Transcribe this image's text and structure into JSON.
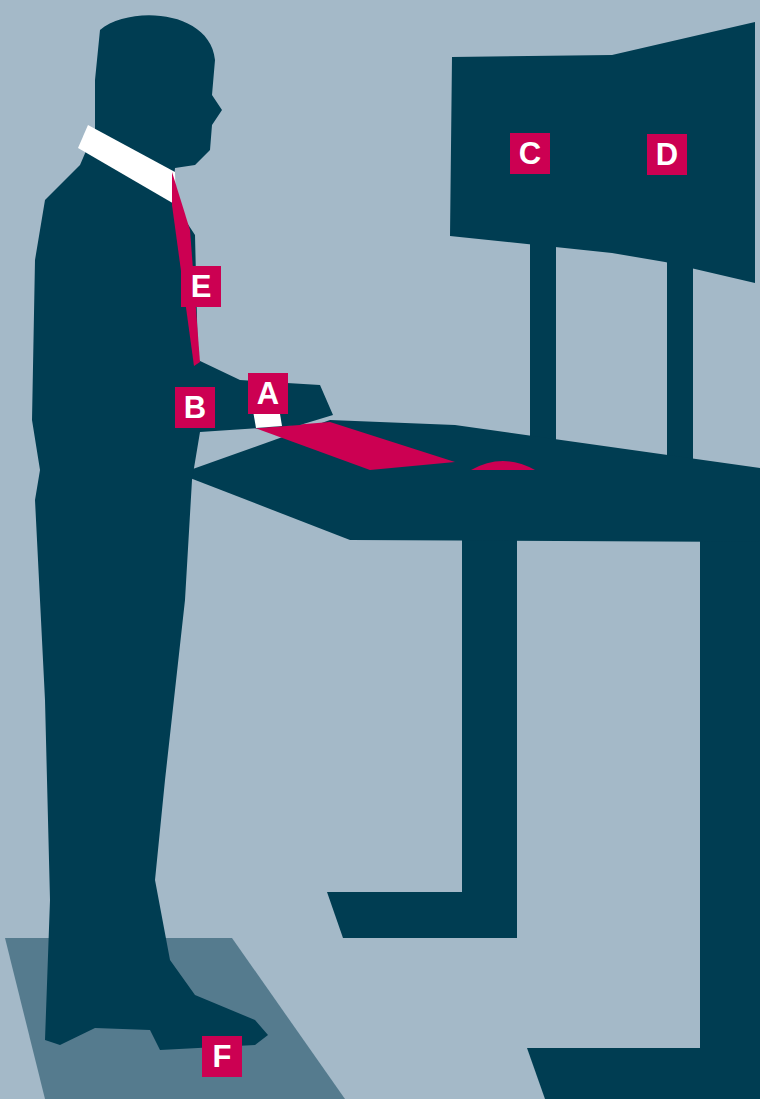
{
  "diagram": {
    "labels": [
      "C",
      "D",
      "E",
      "B",
      "A",
      "F"
    ]
  }
}
